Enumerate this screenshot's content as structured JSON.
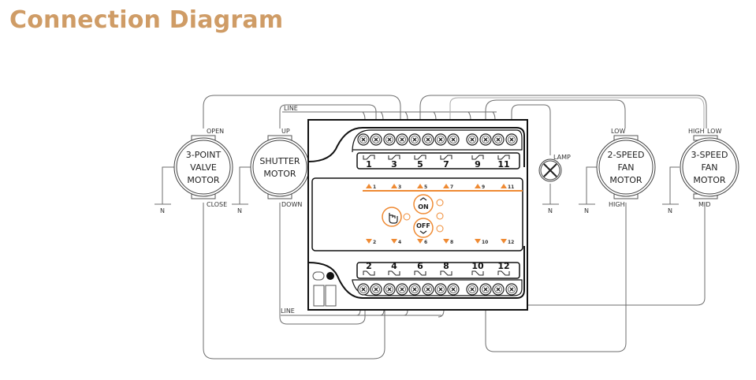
{
  "title": "Connection Diagram",
  "colors": {
    "accent": "#cf9c66",
    "indicator": "#ef8a33",
    "line": "#6e6e6e",
    "device": "#111111"
  },
  "labels": {
    "line_top": "LINE",
    "line_bottom": "LINE",
    "neutral": "N",
    "lamp": "LAMP"
  },
  "loads": {
    "valve_motor": {
      "name_lines": [
        "3-POINT",
        "VALVE",
        "MOTOR"
      ],
      "top_terminal": "OPEN",
      "bottom_terminal": "CLOSE"
    },
    "shutter_motor": {
      "name_lines": [
        "SHUTTER",
        "MOTOR"
      ],
      "top_terminal": "UP",
      "bottom_terminal": "DOWN"
    },
    "fan2_motor": {
      "name_lines": [
        "2-SPEED",
        "FAN",
        "MOTOR"
      ],
      "top_terminal": "LOW",
      "bottom_terminal": "HIGH"
    },
    "fan3_motor": {
      "name_lines": [
        "3-SPEED",
        "FAN",
        "MOTOR"
      ],
      "top_terminal_a": "HIGH",
      "top_terminal_b": "LOW",
      "bottom_terminal": "MID"
    }
  },
  "device": {
    "top_relays": [
      "1",
      "3",
      "5",
      "7",
      "9",
      "11"
    ],
    "bottom_relays": [
      "2",
      "4",
      "6",
      "8",
      "10",
      "12"
    ],
    "top_indicators": [
      "1",
      "3",
      "5",
      "7",
      "9",
      "11"
    ],
    "bottom_indicators": [
      "2",
      "4",
      "6",
      "8",
      "10",
      "12"
    ],
    "buttons": {
      "on": "ON",
      "off": "OFF",
      "touch": "touch-hand-icon"
    }
  }
}
